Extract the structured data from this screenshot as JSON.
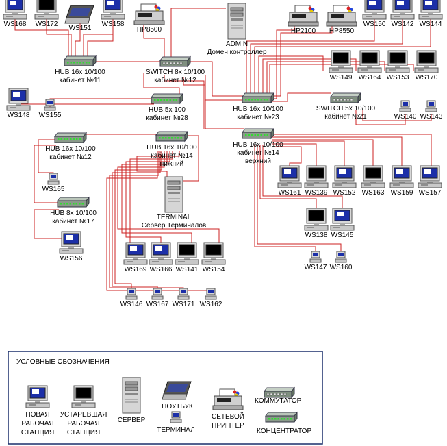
{
  "colors": {
    "wire": "#cc2222",
    "legend_border": "#1a2f6b",
    "hub_body": "#8a9a8a",
    "switch_body": "#7f8f7f",
    "screen_dark": "#000000",
    "screen_blue": "#1c2fa8"
  },
  "devices": [
    {
      "id": "ws168",
      "type": "pc",
      "label": "WS168"
    },
    {
      "id": "ws172",
      "type": "old",
      "label": "WS172"
    },
    {
      "id": "ws151",
      "type": "notebook",
      "label": "WS151"
    },
    {
      "id": "ws158",
      "type": "pc",
      "label": "WS158"
    },
    {
      "id": "hp8500",
      "type": "printer",
      "label": "HP8500"
    },
    {
      "id": "admin",
      "type": "server",
      "label": "ADMIN",
      "sublabel": "Домен контроллер"
    },
    {
      "id": "hp2100",
      "type": "printer",
      "label": "HP2100"
    },
    {
      "id": "hp8550",
      "type": "printer",
      "label": "HP8550"
    },
    {
      "id": "ws150",
      "type": "pc",
      "label": "WS150"
    },
    {
      "id": "ws142",
      "type": "pc",
      "label": "WS142"
    },
    {
      "id": "ws144",
      "type": "pc",
      "label": "WS144"
    },
    {
      "id": "hub11",
      "type": "hub",
      "label": "HUB 16x 10/100",
      "sublabel": "кабинет №11"
    },
    {
      "id": "sw12",
      "type": "switch",
      "label": "SWITCH 8x 10/100",
      "sublabel": "кабинет №12"
    },
    {
      "id": "ws149",
      "type": "old",
      "label": "WS149"
    },
    {
      "id": "ws164",
      "type": "old",
      "label": "WS164"
    },
    {
      "id": "ws153",
      "type": "old",
      "label": "WS153"
    },
    {
      "id": "ws170",
      "type": "old",
      "label": "WS170"
    },
    {
      "id": "ws148",
      "type": "pc",
      "label": "WS148"
    },
    {
      "id": "ws155",
      "type": "terminal",
      "label": "WS155"
    },
    {
      "id": "hub28",
      "type": "hub",
      "label": "HUB 5x 100",
      "sublabel": "кабинет №28"
    },
    {
      "id": "hub23",
      "type": "hub",
      "label": "HUB 16x 10/100",
      "sublabel": "кабинет №23"
    },
    {
      "id": "sw21",
      "type": "switch",
      "label": "SWITCH 5x 10/100",
      "sublabel": "кабинет №21"
    },
    {
      "id": "ws140",
      "type": "terminal",
      "label": "WS140"
    },
    {
      "id": "ws143",
      "type": "terminal",
      "label": "WS143"
    },
    {
      "id": "hub12",
      "type": "hub",
      "label": "HUB 16x 10/100",
      "sublabel": "кабинет №12"
    },
    {
      "id": "hub14n",
      "type": "hub",
      "label": "HUB 16x 10/100",
      "sublabel": "кабинет №14",
      "sublabel2": "нижний"
    },
    {
      "id": "hub14v",
      "type": "hub",
      "label": "HUB 16x 10/100",
      "sublabel": "кабинет №14",
      "sublabel2": "верхний"
    },
    {
      "id": "ws165",
      "type": "terminal",
      "label": "WS165"
    },
    {
      "id": "ws161",
      "type": "pc",
      "label": "WS161"
    },
    {
      "id": "ws139",
      "type": "old",
      "label": "WS139"
    },
    {
      "id": "ws152",
      "type": "pc",
      "label": "WS152"
    },
    {
      "id": "ws163",
      "type": "old",
      "label": "WS163"
    },
    {
      "id": "ws159",
      "type": "pc",
      "label": "WS159"
    },
    {
      "id": "ws157",
      "type": "pc",
      "label": "WS157"
    },
    {
      "id": "terminal",
      "type": "server",
      "label": "TERMINAL",
      "sublabel": "Сервер Терминалов"
    },
    {
      "id": "hub17",
      "type": "hub",
      "label": "HUB 8x 10/100",
      "sublabel": "кабинет №17"
    },
    {
      "id": "ws138",
      "type": "old",
      "label": "WS138"
    },
    {
      "id": "ws145",
      "type": "pc",
      "label": "WS145"
    },
    {
      "id": "ws156",
      "type": "pc",
      "label": "WS156"
    },
    {
      "id": "ws169",
      "type": "pc",
      "label": "WS169"
    },
    {
      "id": "ws166",
      "type": "pc",
      "label": "WS166"
    },
    {
      "id": "ws141",
      "type": "old",
      "label": "WS141"
    },
    {
      "id": "ws154",
      "type": "old",
      "label": "WS154"
    },
    {
      "id": "ws147",
      "type": "terminal",
      "label": "WS147"
    },
    {
      "id": "ws160",
      "type": "terminal",
      "label": "WS160"
    },
    {
      "id": "ws146",
      "type": "terminal",
      "label": "WS146"
    },
    {
      "id": "ws167",
      "type": "terminal",
      "label": "WS167"
    },
    {
      "id": "ws171",
      "type": "terminal",
      "label": "WS171"
    },
    {
      "id": "ws162",
      "type": "terminal",
      "label": "WS162"
    }
  ],
  "legend": {
    "title": "УСЛОВНЫЕ ОБОЗНАЧЕНИЯ",
    "items": [
      {
        "id": "new",
        "type": "pc",
        "lines": [
          "НОВАЯ",
          "РАБОЧАЯ",
          "СТАНЦИЯ"
        ]
      },
      {
        "id": "old",
        "type": "old",
        "lines": [
          "УСТАРЕВШАЯ",
          "РАБОЧАЯ",
          "СТАНЦИЯ"
        ]
      },
      {
        "id": "server",
        "type": "server",
        "lines": [
          "СЕРВЕР"
        ]
      },
      {
        "id": "notebook",
        "type": "notebook",
        "lines": [
          "НОУТБУК"
        ]
      },
      {
        "id": "terminal",
        "type": "terminal",
        "lines": [
          "ТЕРМИНАЛ"
        ]
      },
      {
        "id": "printer",
        "type": "printer",
        "lines": [
          "СЕТЕВОЙ",
          "ПРИНТЕР"
        ]
      },
      {
        "id": "switch",
        "type": "switch",
        "lines": [
          "КОММУТАТОР"
        ]
      },
      {
        "id": "hub",
        "type": "hub",
        "lines": [
          "КОНЦЕНТРАТОР"
        ]
      }
    ]
  }
}
